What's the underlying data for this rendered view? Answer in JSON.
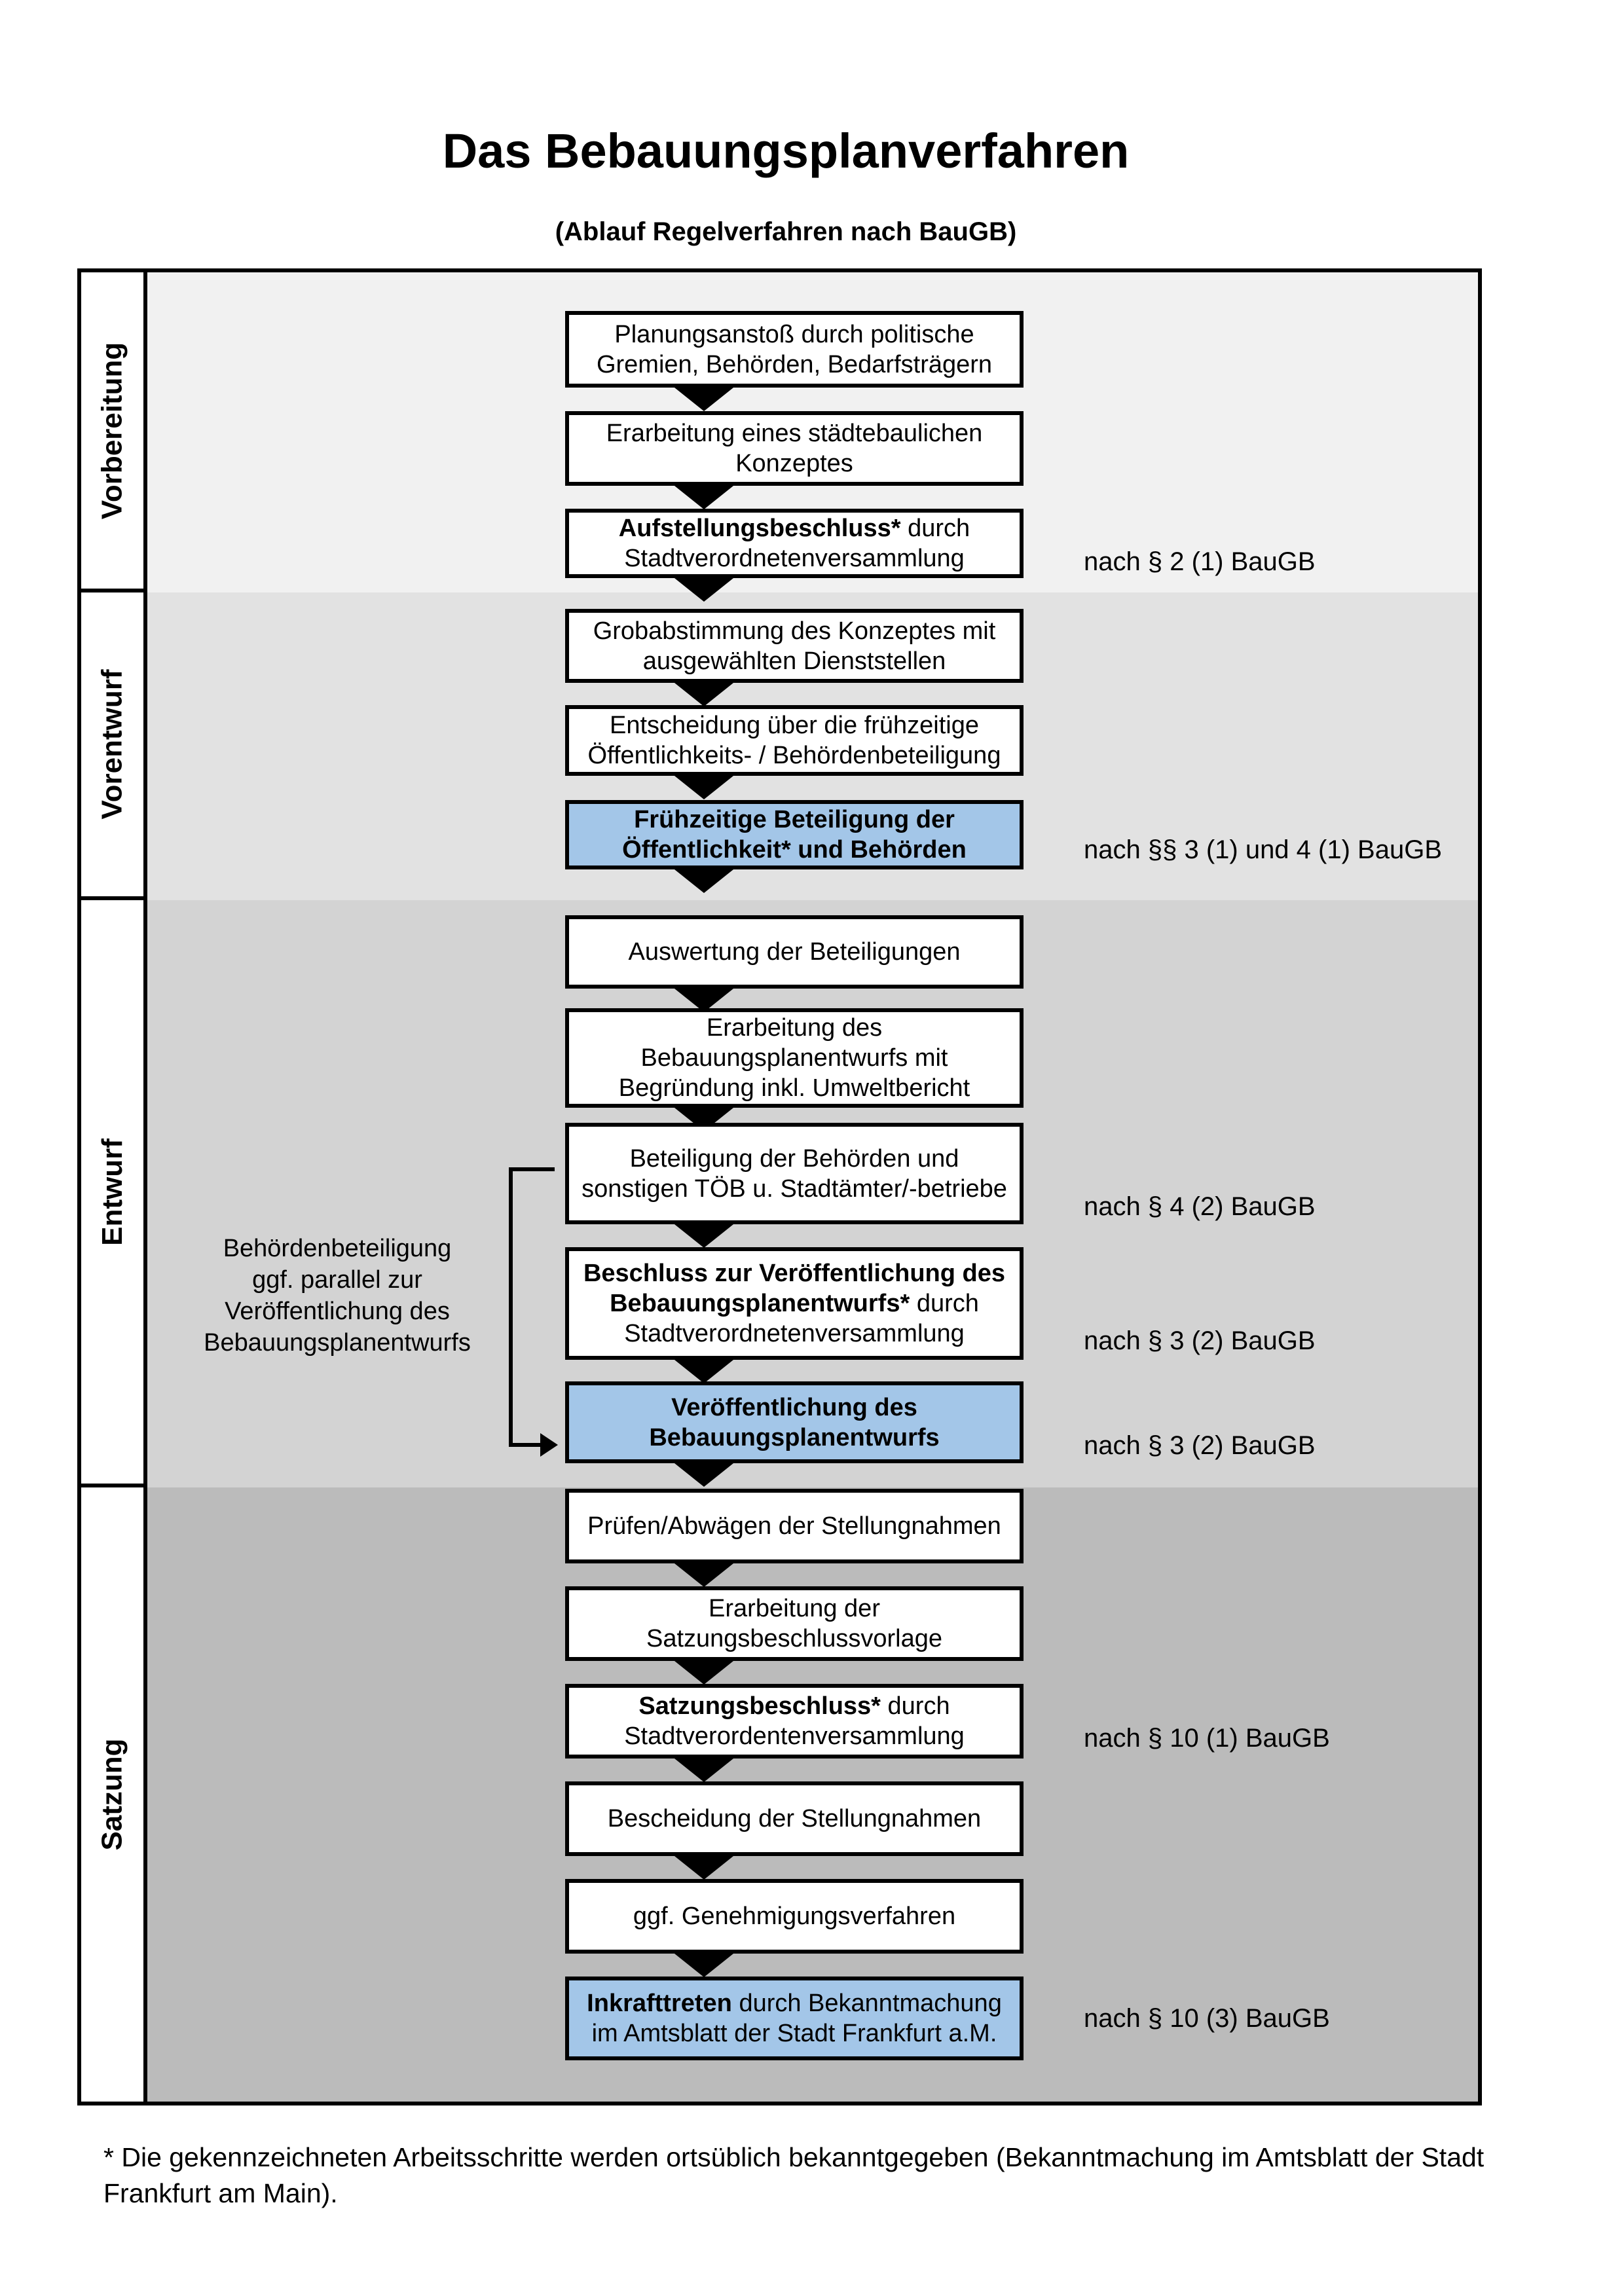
{
  "title": "Das Bebauungsplanverfahren",
  "subtitle": "(Ablauf Regelverfahren nach BauGB)",
  "colors": {
    "highlight_blue": "#A3C6E8",
    "band_vorbereitung": "#F1F1F1",
    "band_vorentwurf": "#E2E2E2",
    "band_entwurf": "#D3D3D3",
    "band_satzung": "#BBBBBB",
    "line_black": "#000000"
  },
  "phases": [
    {
      "label": "Vorbereitung"
    },
    {
      "label": "Vorentwurf"
    },
    {
      "label": "Entwurf"
    },
    {
      "label": "Satzung"
    }
  ],
  "flow_boxes": [
    {
      "highlight": false,
      "lines": [
        [
          {
            "t": "Planungsanstoß durch politische",
            "b": false
          }
        ],
        [
          {
            "t": "Gremien, Behörden, Bedarfsträgern",
            "b": false
          }
        ]
      ]
    },
    {
      "highlight": false,
      "lines": [
        [
          {
            "t": "Erarbeitung eines städtebaulichen",
            "b": false
          }
        ],
        [
          {
            "t": "Konzeptes",
            "b": false
          }
        ]
      ]
    },
    {
      "highlight": false,
      "lines": [
        [
          {
            "t": "Aufstellungsbeschluss*",
            "b": true
          },
          {
            "t": " durch",
            "b": false
          }
        ],
        [
          {
            "t": "Stadtverordnetenversammlung",
            "b": false
          }
        ]
      ]
    },
    {
      "highlight": false,
      "lines": [
        [
          {
            "t": "Grobabstimmung des Konzeptes mit",
            "b": false
          }
        ],
        [
          {
            "t": "ausgewählten Dienststellen",
            "b": false
          }
        ]
      ]
    },
    {
      "highlight": false,
      "lines": [
        [
          {
            "t": "Entscheidung über die frühzeitige",
            "b": false
          }
        ],
        [
          {
            "t": "Öffentlichkeits- / Behördenbeteiligung",
            "b": false
          }
        ]
      ]
    },
    {
      "highlight": true,
      "lines": [
        [
          {
            "t": "Frühzeitige Beteiligung der",
            "b": true
          }
        ],
        [
          {
            "t": "Öffentlichkeit* und Behörden",
            "b": true
          }
        ]
      ]
    },
    {
      "highlight": false,
      "lines": [
        [
          {
            "t": "Auswertung der Beteiligungen",
            "b": false
          }
        ]
      ]
    },
    {
      "highlight": false,
      "lines": [
        [
          {
            "t": "Erarbeitung des",
            "b": false
          }
        ],
        [
          {
            "t": "Bebauungsplanentwurfs mit",
            "b": false
          }
        ],
        [
          {
            "t": "Begründung inkl. Umweltbericht",
            "b": false
          }
        ]
      ]
    },
    {
      "highlight": false,
      "lines": [
        [
          {
            "t": "Beteiligung der Behörden und",
            "b": false
          }
        ],
        [
          {
            "t": "sonstigen TÖB u. Stadtämter/-betriebe",
            "b": false
          }
        ]
      ]
    },
    {
      "highlight": false,
      "lines": [
        [
          {
            "t": "Beschluss zur Veröffentlichung des",
            "b": true
          }
        ],
        [
          {
            "t": "Bebauungsplanentwurfs*",
            "b": true
          },
          {
            "t": " durch",
            "b": false
          }
        ],
        [
          {
            "t": "Stadtverordnetenversammlung",
            "b": false
          }
        ]
      ]
    },
    {
      "highlight": true,
      "lines": [
        [
          {
            "t": "Veröffentlichung des",
            "b": true
          }
        ],
        [
          {
            "t": "Bebauungsplanentwurfs",
            "b": true
          }
        ]
      ]
    },
    {
      "highlight": false,
      "lines": [
        [
          {
            "t": "Prüfen/Abwägen der Stellungnahmen",
            "b": false
          }
        ]
      ]
    },
    {
      "highlight": false,
      "lines": [
        [
          {
            "t": "Erarbeitung der",
            "b": false
          }
        ],
        [
          {
            "t": "Satzungsbeschlussvorlage",
            "b": false
          }
        ]
      ]
    },
    {
      "highlight": false,
      "lines": [
        [
          {
            "t": "Satzungsbeschluss*",
            "b": true
          },
          {
            "t": " durch",
            "b": false
          }
        ],
        [
          {
            "t": "Stadtverordentenversammlung",
            "b": false
          }
        ]
      ]
    },
    {
      "highlight": false,
      "lines": [
        [
          {
            "t": "Bescheidung der Stellungnahmen",
            "b": false
          }
        ]
      ]
    },
    {
      "highlight": false,
      "lines": [
        [
          {
            "t": "ggf. Genehmigungsverfahren",
            "b": false
          }
        ]
      ]
    },
    {
      "highlight": true,
      "lines": [
        [
          {
            "t": "Inkrafttreten",
            "b": true
          },
          {
            "t": " durch Bekanntmachung",
            "b": false
          }
        ],
        [
          {
            "t": "im Amtsblatt der Stadt Frankfurt a.M.",
            "b": false
          }
        ]
      ]
    }
  ],
  "legal_refs": [
    "nach § 2 (1) BauGB",
    "nach §§ 3 (1) und 4 (1) BauGB",
    "nach § 4 (2) BauGB",
    "nach § 3 (2) BauGB",
    "nach § 3 (2) BauGB",
    "nach § 10 (1) BauGB",
    "nach § 10 (3) BauGB"
  ],
  "side_note": {
    "lines": [
      "Behördenbeteiligung",
      "ggf. parallel zur",
      "Veröffentlichung des",
      "Bebauungsplanentwurfs"
    ]
  },
  "footnote": {
    "line1": "* Die gekennzeichneten Arbeitsschritte werden ortsüblich bekanntgegeben (Bekanntmachung im Amtsblatt  der Stadt",
    "line2": "Frankfurt am Main)."
  }
}
